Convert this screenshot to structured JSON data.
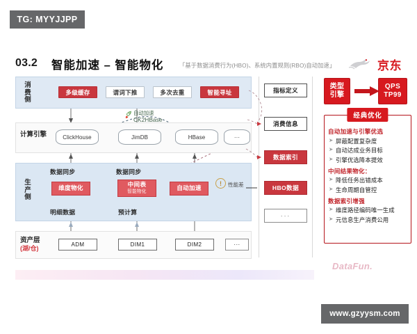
{
  "tg_badge": {
    "text": "TG: MYYJJPP"
  },
  "site_badge": {
    "text": "www.gzyysm.com"
  },
  "watermark": {
    "text": "DataFun."
  },
  "header": {
    "number": "03.2",
    "title": "智能加速 – 智能物化",
    "subtitle": "「基于数据消费行为(HBO)、系统内置规则(RBO)自动加速」",
    "brand": "京东",
    "brand_icon": "jd-dog-icon"
  },
  "diagram": {
    "consume": {
      "label": "消费侧",
      "chips": [
        {
          "label": "多级缓存",
          "style": "red"
        },
        {
          "label": "谓词下推",
          "style": "white"
        },
        {
          "label": "多次去重",
          "style": "white"
        },
        {
          "label": "智能寻址",
          "style": "red"
        }
      ]
    },
    "engine": {
      "label": "计算引擎",
      "items": [
        "ClickHouse",
        "JimDB",
        "HBase",
        "···"
      ]
    },
    "produce": {
      "label": "生产侧",
      "sync_labels": [
        "数据同步",
        "数据同步"
      ],
      "boxes": [
        {
          "label": "维度物化",
          "sub": ""
        },
        {
          "label": "中间表",
          "sub": "智能物化"
        },
        {
          "label": "自动加速",
          "sub": ""
        }
      ],
      "bottom_labels": [
        "明细数据",
        "预计算"
      ]
    },
    "asset": {
      "label_line1": "资产层",
      "label_line2": "(湖/仓)",
      "items": [
        "ADM",
        "DIM1",
        "DIM2",
        "···"
      ]
    },
    "rocket_note": {
      "line1": "自动加速",
      "line2": "CK2HBase",
      "icon": "rocket-icon"
    },
    "perf_note": {
      "label": "性能差",
      "icon": "gauge-icon"
    }
  },
  "midcol": {
    "items": [
      {
        "label": "指标定义",
        "style": "white"
      },
      {
        "label": "消费信息",
        "style": "white"
      },
      {
        "label": "数据索引",
        "style": "red"
      },
      {
        "label": "HBO数据",
        "style": "red"
      },
      {
        "label": "···",
        "style": "dots"
      }
    ]
  },
  "right": {
    "kpi": {
      "source_line1": "类型",
      "source_line2": "引擎",
      "target_line1": "QPS",
      "target_line2": "TP99",
      "arrow_icon": "right-arrow-icon"
    },
    "card_title": "经典优化",
    "sections": [
      {
        "head": "自动加速与引擎优选",
        "items": [
          "屏蔽配置复杂度",
          "自动达成业务目标",
          "引擎优选降本提效"
        ]
      },
      {
        "head": "中间结果物化：",
        "items": [
          "降低任务出错成本",
          "生命周期自管控"
        ]
      },
      {
        "head": "数据索引增强",
        "items": [
          "维度路径编码唯一生成",
          "元信息生产消费公用"
        ]
      }
    ]
  },
  "colors": {
    "brand_red": "#d7191f",
    "chip_red": "#c9373e",
    "box_red": "#e05a60",
    "band_blue": "#dfe9f4",
    "badge_gray": "#666769"
  }
}
